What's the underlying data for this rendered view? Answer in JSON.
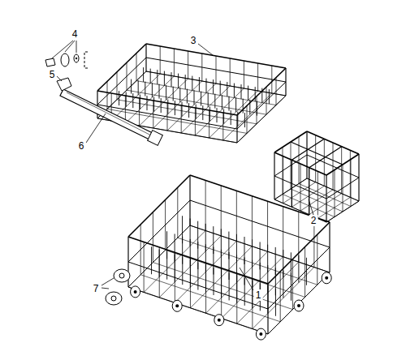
{
  "diagram": {
    "labels": [
      "4",
      "5",
      "6",
      "3",
      "2",
      "1",
      "7"
    ]
  }
}
